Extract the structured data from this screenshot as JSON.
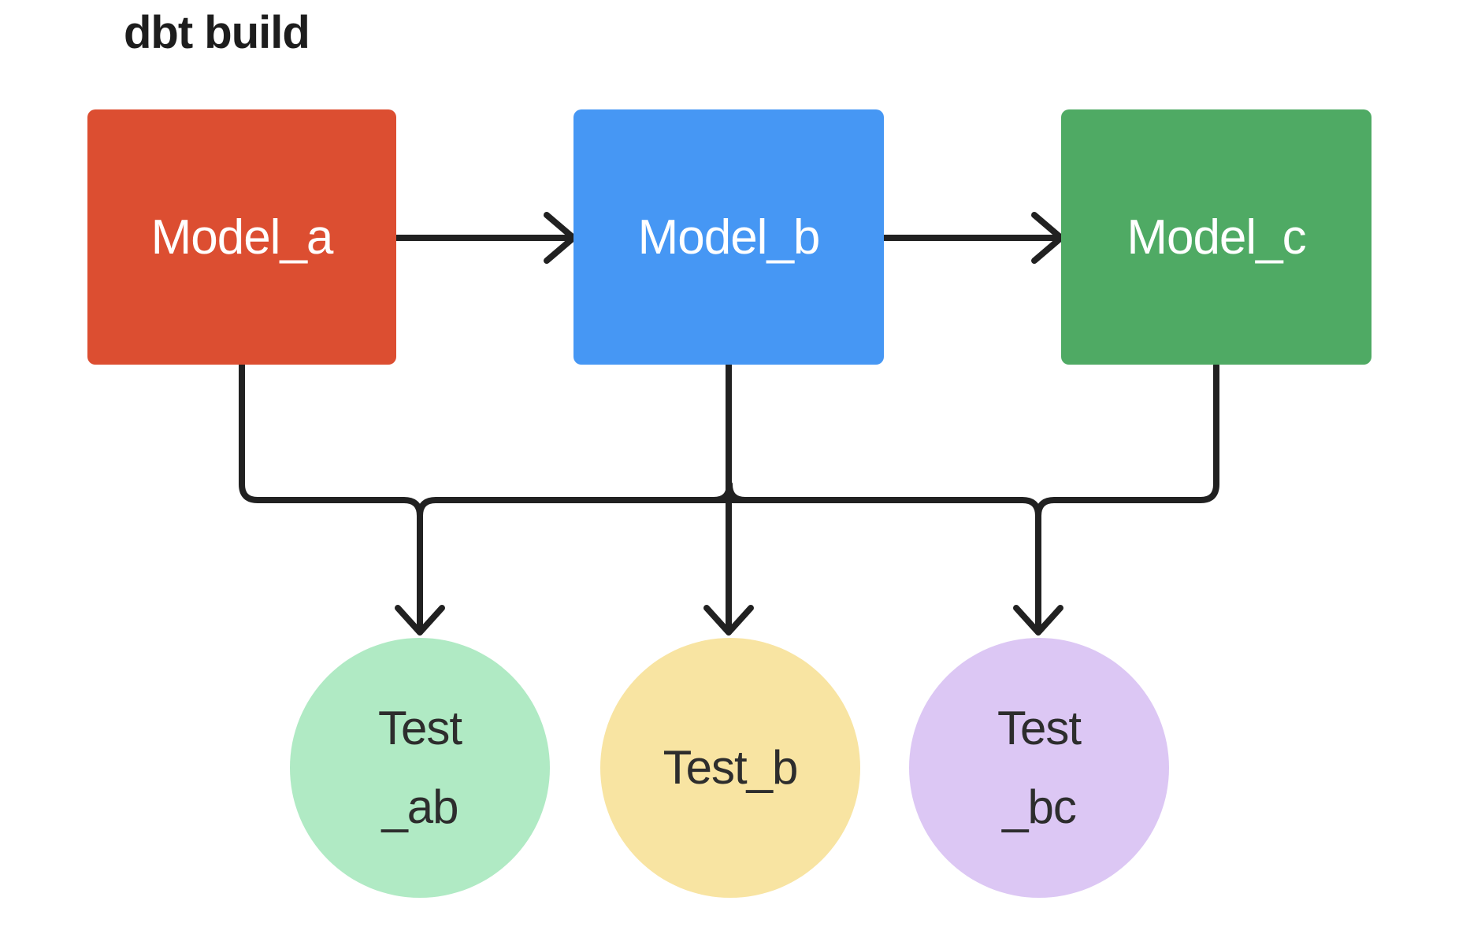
{
  "title": "dbt build",
  "colors": {
    "background": "#ffffff",
    "connector": "#212121",
    "title_text": "#1d1d1d",
    "model_text": "#ffffff",
    "test_text": "#2d2d2d",
    "model_a": "#dc4e31",
    "model_b": "#4697f4",
    "model_c": "#4faa64",
    "test_ab": "#b0eac4",
    "test_b": "#f8e4a2",
    "test_bc": "#dcc7f4"
  },
  "models": [
    {
      "label": "Model_a",
      "color": "#dc4e31"
    },
    {
      "label": "Model_b",
      "color": "#4697f4"
    },
    {
      "label": "Model_c",
      "color": "#4faa64"
    }
  ],
  "tests": [
    {
      "line1": "Test",
      "line2": "_ab",
      "color": "#b0eac4"
    },
    {
      "line1": "Test_b",
      "line2": "",
      "color": "#f8e4a2"
    },
    {
      "line1": "Test",
      "line2": "_bc",
      "color": "#dcc7f4"
    }
  ],
  "edges": [
    {
      "from": "Model_a",
      "to": "Model_b"
    },
    {
      "from": "Model_b",
      "to": "Model_c"
    },
    {
      "from": "Model_a + Model_b",
      "to": "Test_ab"
    },
    {
      "from": "Model_b",
      "to": "Test_b"
    },
    {
      "from": "Model_b + Model_c",
      "to": "Test_bc"
    }
  ]
}
